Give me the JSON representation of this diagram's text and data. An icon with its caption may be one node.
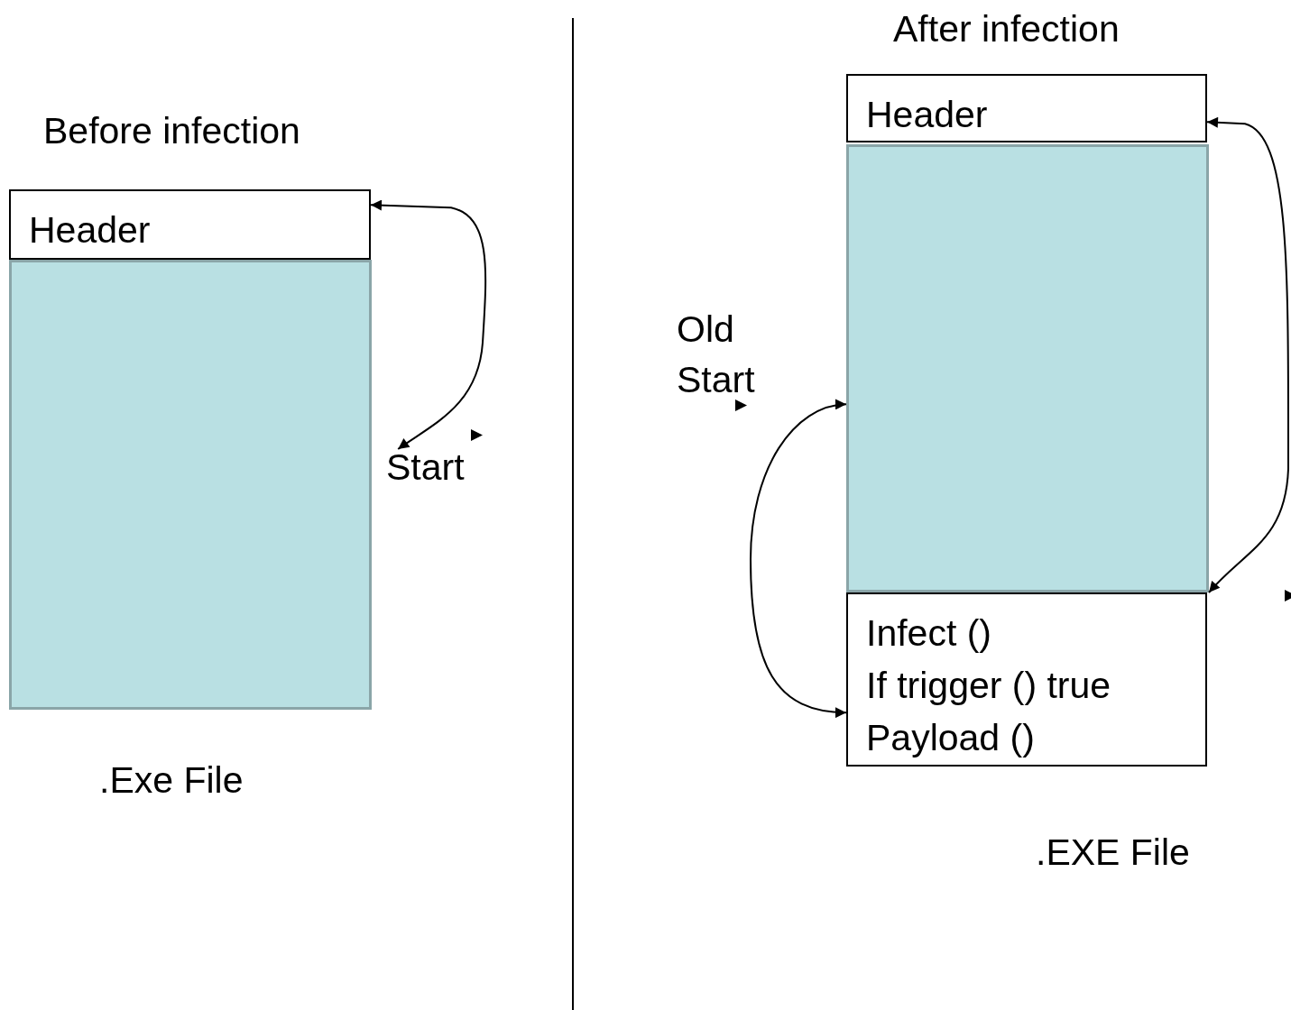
{
  "diagram": {
    "nodes": [
      {
        "text": [
          "Header"
        ]
      },
      {
        "text": [],
        "shape": "box"
      },
      {
        "text": [
          "Start"
        ]
      },
      {
        "text": [
          "Header"
        ]
      },
      {
        "text": [],
        "shape": "box"
      },
      {
        "text": [
          "Infect ()",
          "If trigger () true",
          "Payload ()"
        ]
      }
    ],
    "edges": [
      {
        "from": 0,
        "to": 2,
        "arrow": "both"
      },
      {
        "from": 3,
        "to": 4,
        "arrow": "both"
      },
      {
        "from": 4,
        "to": 5,
        "arrow": "both"
      }
    ],
    "labels": [
      "Before infection",
      ".Exe File",
      "After infection",
      "Old Start",
      ".EXE File"
    ]
  }
}
